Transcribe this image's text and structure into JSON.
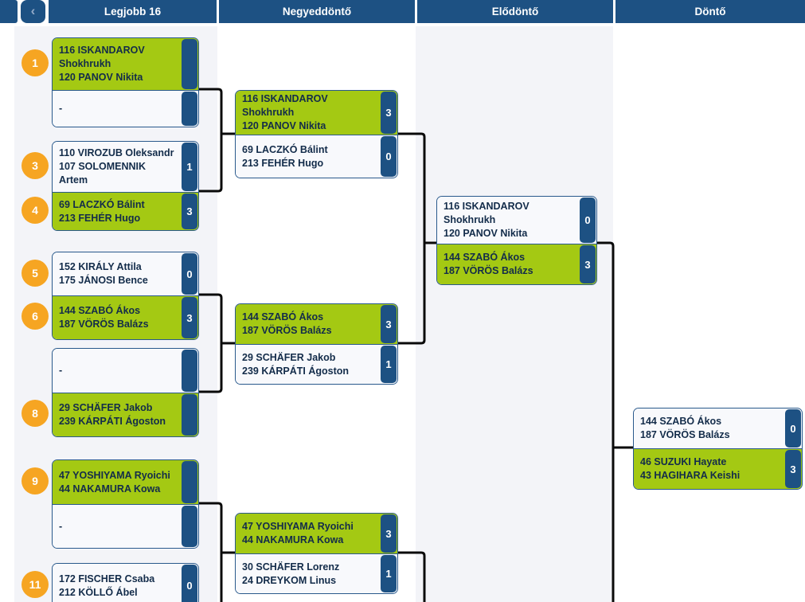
{
  "ui": {
    "back_icon": "‹",
    "columns": [
      "Legjobb 16",
      "Negyeddöntő",
      "Elődöntő",
      "Döntő"
    ]
  },
  "colors": {
    "header_blue": "#1d5183",
    "winner_green": "#a4c913",
    "seed_orange": "#f6a522",
    "row_neutral": "#f8f9fc",
    "connector_black": "#0a0a0a",
    "text_navy": "#132c4a"
  },
  "rounds": [
    {
      "label": "Legjobb 16",
      "matches": [
        {
          "entries": [
            {
              "seed": "1",
              "players": [
                "116 ISKANDAROV Shokhrukh",
                "120 PANOV Nikita"
              ],
              "winner": true,
              "score": ""
            },
            {
              "seed": "",
              "players": [
                "-",
                ""
              ],
              "winner": false,
              "score": ""
            }
          ]
        },
        {
          "entries": [
            {
              "seed": "3",
              "players": [
                "110 VIROZUB Oleksandr",
                "107 SOLOMENNIK Artem"
              ],
              "winner": false,
              "score": "1"
            },
            {
              "seed": "4",
              "players": [
                "69 LACZKÓ Bálint",
                "213 FEHÉR Hugo"
              ],
              "winner": true,
              "score": "3"
            }
          ]
        },
        {
          "entries": [
            {
              "seed": "5",
              "players": [
                "152 KIRÁLY Attila",
                "175 JÁNOSI Bence"
              ],
              "winner": false,
              "score": "0"
            },
            {
              "seed": "6",
              "players": [
                "144 SZABÓ Ákos",
                "187 VÖRÖS Balázs"
              ],
              "winner": true,
              "score": "3"
            }
          ]
        },
        {
          "entries": [
            {
              "seed": "",
              "players": [
                "-",
                ""
              ],
              "winner": false,
              "score": ""
            },
            {
              "seed": "8",
              "players": [
                "29 SCHÄFER Jakob",
                "239 KÁRPÁTI Ágoston"
              ],
              "winner": true,
              "score": ""
            }
          ]
        },
        {
          "entries": [
            {
              "seed": "9",
              "players": [
                "47 YOSHIYAMA Ryoichi",
                "44 NAKAMURA Kowa"
              ],
              "winner": true,
              "score": ""
            },
            {
              "seed": "",
              "players": [
                "-",
                ""
              ],
              "winner": false,
              "score": ""
            }
          ]
        },
        {
          "entries": [
            {
              "seed": "11",
              "players": [
                "172 FISCHER Csaba",
                "212 KÖLLŐ Ábel"
              ],
              "winner": false,
              "score": "0"
            }
          ]
        }
      ]
    },
    {
      "label": "Negyeddöntő",
      "matches": [
        {
          "entries": [
            {
              "seed": "",
              "players": [
                "116 ISKANDAROV Shokhrukh",
                "120 PANOV Nikita"
              ],
              "winner": true,
              "score": "3"
            },
            {
              "seed": "",
              "players": [
                "69 LACZKÓ Bálint",
                "213 FEHÉR Hugo"
              ],
              "winner": false,
              "score": "0"
            }
          ]
        },
        {
          "entries": [
            {
              "seed": "",
              "players": [
                "144 SZABÓ Ákos",
                "187 VÖRÖS Balázs"
              ],
              "winner": true,
              "score": "3"
            },
            {
              "seed": "",
              "players": [
                "29 SCHÄFER Jakob",
                "239 KÁRPÁTI Ágoston"
              ],
              "winner": false,
              "score": "1"
            }
          ]
        },
        {
          "entries": [
            {
              "seed": "",
              "players": [
                "47 YOSHIYAMA Ryoichi",
                "44 NAKAMURA Kowa"
              ],
              "winner": true,
              "score": "3"
            },
            {
              "seed": "",
              "players": [
                "30 SCHÄFER Lorenz",
                "24 DREYKOM Linus"
              ],
              "winner": false,
              "score": "1"
            }
          ]
        }
      ]
    },
    {
      "label": "Elődöntő",
      "matches": [
        {
          "entries": [
            {
              "seed": "",
              "players": [
                "116 ISKANDAROV Shokhrukh",
                "120 PANOV Nikita"
              ],
              "winner": false,
              "score": "0"
            },
            {
              "seed": "",
              "players": [
                "144 SZABÓ Ákos",
                "187 VÖRÖS Balázs"
              ],
              "winner": true,
              "score": "3"
            }
          ]
        }
      ]
    },
    {
      "label": "Döntő",
      "matches": [
        {
          "entries": [
            {
              "seed": "",
              "players": [
                "144 SZABÓ Ákos",
                "187 VÖRÖS Balázs"
              ],
              "winner": false,
              "score": "0"
            },
            {
              "seed": "",
              "players": [
                "46 SUZUKI Hayate",
                "43 HAGIHARA Keishi"
              ],
              "winner": true,
              "score": "3"
            }
          ]
        }
      ]
    }
  ]
}
